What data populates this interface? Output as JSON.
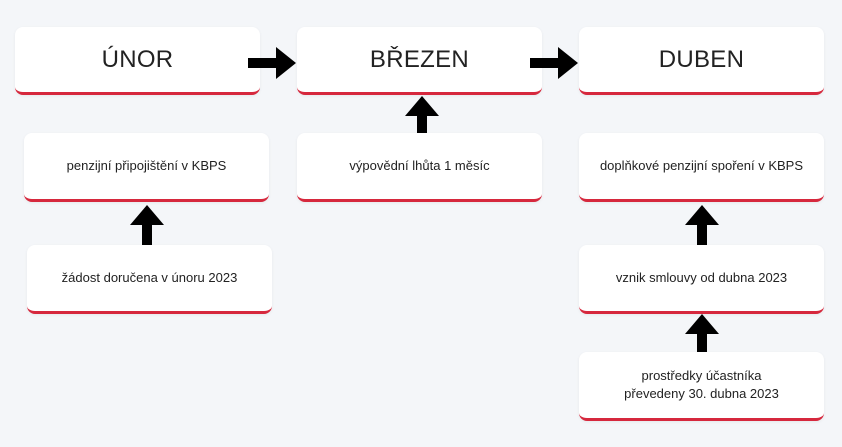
{
  "months": {
    "unor": "ÚNOR",
    "brezen": "BŘEZEN",
    "duben": "DUBEN"
  },
  "notes": {
    "unor_top": "penzijní připojištění v KBPS",
    "unor_bottom": "žádost doručena v únoru 2023",
    "brezen_top": "výpovědní lhůta 1 měsíc",
    "duben_top": "doplňkové penzijní spoření v KBPS",
    "duben_middle": "vznik smlouvy od dubna 2023",
    "duben_bottom": "prostředky účastníka převedeny 30. dubna 2023"
  },
  "colors": {
    "accent": "#d6283d",
    "arrow": "#000000",
    "background": "#f4f6f9",
    "card": "#ffffff"
  }
}
